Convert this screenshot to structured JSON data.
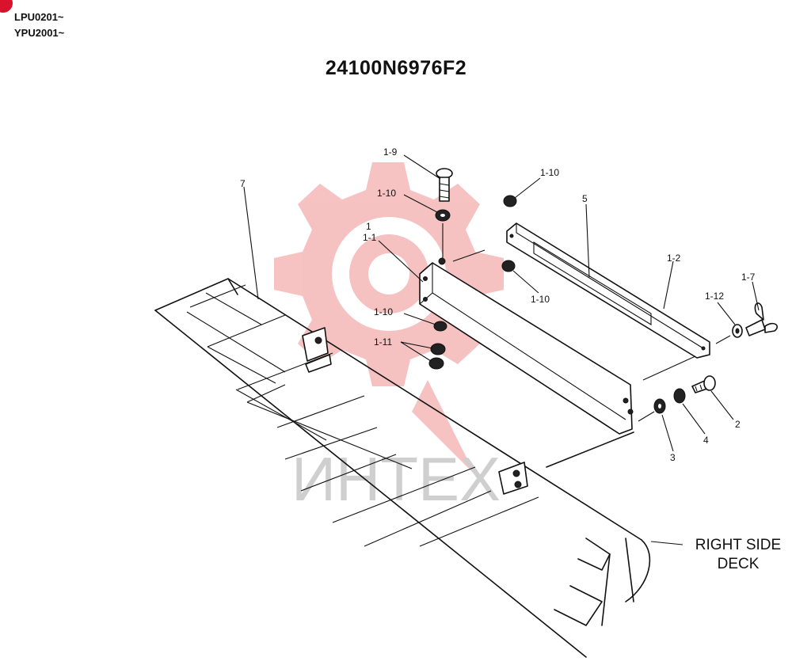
{
  "header": {
    "serial_lines": [
      "LPU0201~",
      "YPU2001~"
    ],
    "diagram_title": "24100N6976F2"
  },
  "watermark": {
    "text": "ИНТЕХ",
    "gear_color": "#f4b7b7",
    "text_color": "#cfcfcf"
  },
  "colors": {
    "badge": "#d9132c",
    "ink": "#111111"
  },
  "callouts": {
    "c1_9": "1-9",
    "c1_10_top_left": "1-10",
    "c1_10_top_right": "1-10",
    "c5": "5",
    "c7": "7",
    "c1": "1",
    "c1_1": "1-1",
    "c1_2": "1-2",
    "c1_10_mid": "1-10",
    "c1_7": "1-7",
    "c1_12": "1-12",
    "c1_10_lower": "1-10",
    "c1_11": "1-11",
    "c2": "2",
    "c4": "4",
    "c3": "3"
  },
  "deck_label": [
    "RIGHT SIDE",
    "DECK"
  ]
}
